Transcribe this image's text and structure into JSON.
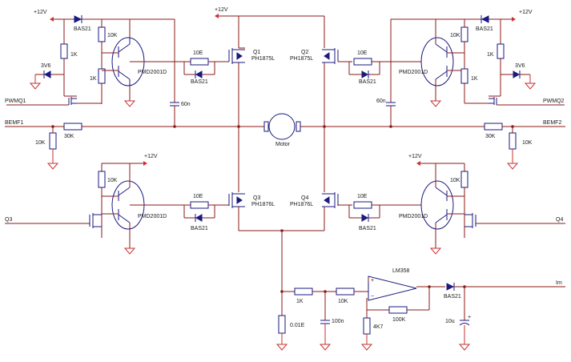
{
  "supply": {
    "v12": "+12V"
  },
  "nets": {
    "pwmq1": "PWMQ1",
    "pwmq2": "PWMQ2",
    "bemf1": "BEMF1",
    "bemf2": "BEMF2",
    "q3": "Q3",
    "q4": "Q4",
    "im": "Im"
  },
  "components": {
    "d_top_left": "BAS21",
    "d_top_right": "BAS21",
    "r10k_tl": "10K",
    "r1k_tl_a": "1K",
    "r1k_tl_b": "1K",
    "z_tl": "3V6",
    "drv_tl": "PMD2001D",
    "r10e_tl": "10E",
    "d_gate_tl": "BAS21",
    "cap_tl": "60n",
    "q1_name": "Q1",
    "q1_part": "PH1875L",
    "q2_name": "Q2",
    "q2_part": "PH1875L",
    "r10e_tr": "10E",
    "d_gate_tr": "BAS21",
    "drv_tr": "PMD2001D",
    "r10k_tr": "10K",
    "r1k_tr_a": "1K",
    "r1k_tr_b": "1K",
    "z_tr": "3V6",
    "cap_tr": "60n",
    "motor": "Motor",
    "r30k_l": "30K",
    "r10k_l": "10K",
    "r30k_r": "30K",
    "r10k_r": "10K",
    "r10k_bl": "10K",
    "drv_bl": "PMD2001D",
    "r10e_bl": "10E",
    "d_gate_bl": "BAS21",
    "q3_name": "Q3",
    "q3_part": "PH1876L",
    "q4_name": "Q4",
    "q4_part": "PH1876L",
    "r10e_br": "10E",
    "d_gate_br": "BAS21",
    "drv_br": "PMD2001D",
    "r10k_br": "10K",
    "r_shunt": "0.01E",
    "r1k_sense": "1K",
    "c100n": "100n",
    "r10k_sense": "10K",
    "r4k7": "4K7",
    "opamp": "LM358",
    "r100k": "100K",
    "d_out": "BAS21",
    "c10u": "10u"
  }
}
